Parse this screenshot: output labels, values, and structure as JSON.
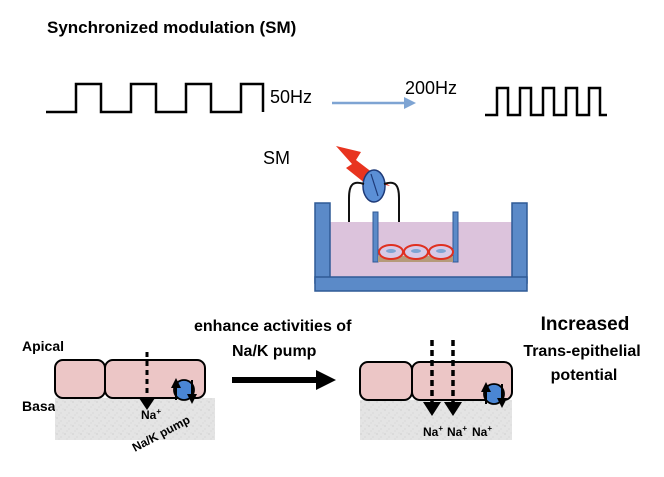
{
  "title": "Synchronized modulation (SM)",
  "freq_low": "50Hz",
  "freq_high": "200Hz",
  "sm_label": "SM",
  "apical_label": "Apical",
  "basal_label": "Basal",
  "na_label": "Na",
  "plus_sup": "+",
  "pump_label": "Na/K pump",
  "enhance_line1": "enhance activities of",
  "enhance_line2": "Na/K pump",
  "increased": "Increased",
  "trans_line1": "Trans-epithelial",
  "trans_line2": "potential",
  "colors": {
    "cell_fill": "#ecc6c6",
    "basal_fill": "#e2e2e2",
    "pump_blue": "#4a86d4",
    "bath_pink": "#dcc3dc",
    "tank_blue": "#5b8ac8",
    "arrow_blue": "#7ea4d3",
    "bolt_red": "#e8341f",
    "ring_red": "#e03020"
  }
}
